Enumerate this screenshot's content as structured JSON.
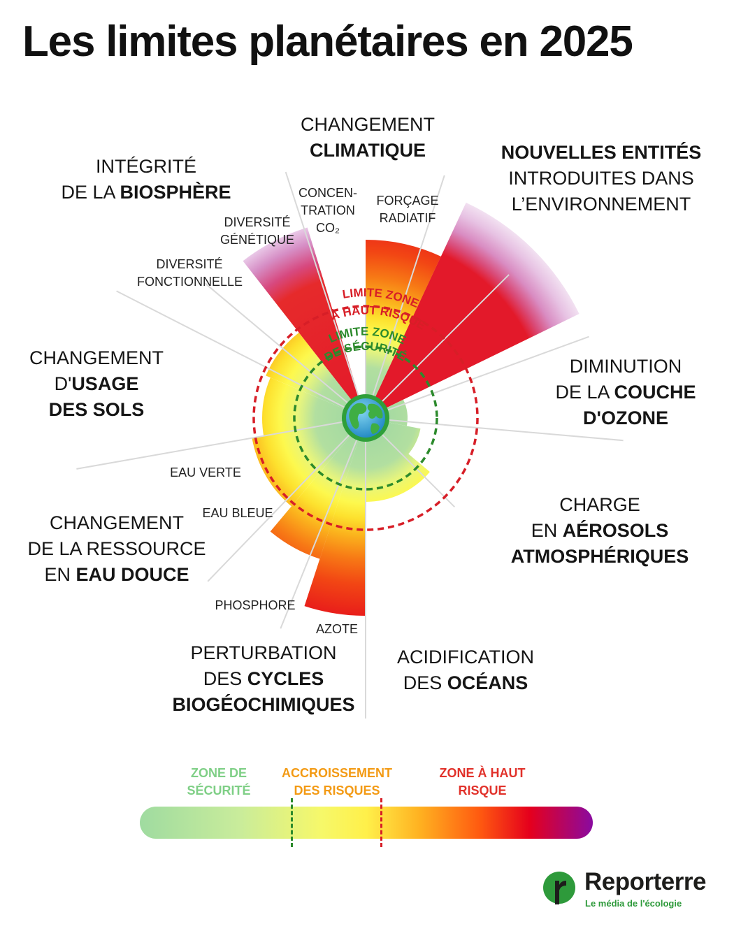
{
  "title": "Les limites planétaires en 2025",
  "boundaries": {
    "climate": {
      "line1": "CHANGEMENT",
      "bold": "CLIMATIQUE"
    },
    "biosphere": {
      "line1": "INTÉGRITÉ",
      "pre2": "DE LA ",
      "bold": "BIOSPHÈRE"
    },
    "novel": {
      "bold": "NOUVELLES ENTITÉS",
      "line2": "INTRODUITES DANS",
      "line3": "L’ENVIRONNEMENT"
    },
    "ozone": {
      "line1": "DIMINUTION",
      "pre2": "DE LA ",
      "bold2": "COUCHE",
      "bold3": "D'OZONE"
    },
    "aerosols": {
      "line1": "CHARGE",
      "pre2": "EN ",
      "bold2": "AÉROSOLS",
      "bold3": "ATMOSPHÉRIQUES"
    },
    "oceans": {
      "line1": "ACIDIFICATION",
      "pre2": "DES ",
      "bold2": "OCÉANS"
    },
    "biogeo": {
      "line1": "PERTURBATION",
      "pre2": "DES ",
      "bold2": "CYCLES",
      "bold3": "BIOGÉOCHIMIQUES"
    },
    "freshwater": {
      "line1": "CHANGEMENT",
      "line2": "DE LA RESSOURCE",
      "pre3": "EN ",
      "bold3": "EAU DOUCE"
    },
    "land": {
      "line1": "CHANGEMENT",
      "pre2": "D'",
      "bold2": "USAGE",
      "bold3": "DES SOLS"
    }
  },
  "sublabels": {
    "co2": [
      "CONCEN-",
      "TRATION",
      "CO₂"
    ],
    "radiative": [
      "FORÇAGE",
      "RADIATIF"
    ],
    "genetic": [
      "DIVERSITÉ",
      "GÉNÉTIQUE"
    ],
    "functional": [
      "DIVERSITÉ",
      "FONCTIONNELLE"
    ],
    "green_water": "EAU VERTE",
    "blue_water": "EAU BLEUE",
    "phosphorus": "PHOSPHORE",
    "nitrogen": "AZOTE"
  },
  "rings": {
    "high_risk_line1": "LIMITE ZONE",
    "high_risk_line2": "À HAUT RISQUE",
    "safe_line1": "LIMITE ZONE",
    "safe_line2": "DE SÉCURITÉ"
  },
  "legend": {
    "safe": [
      "ZONE DE",
      "SÉCURITÉ"
    ],
    "increasing": [
      "ACCROISSEMENT",
      "DES RISQUES"
    ],
    "high": [
      "ZONE À HAUT",
      "RISQUE"
    ]
  },
  "colors": {
    "safe_green": "#7fcf86",
    "increasing_orange": "#f39a14",
    "high_red": "#e1312a",
    "safe_ring": "#2c8a2c",
    "high_ring": "#d71e27",
    "brand_green": "#2e9a3b"
  },
  "brand": {
    "name": "Reporterre",
    "tagline": "Le média de l'écologie"
  }
}
